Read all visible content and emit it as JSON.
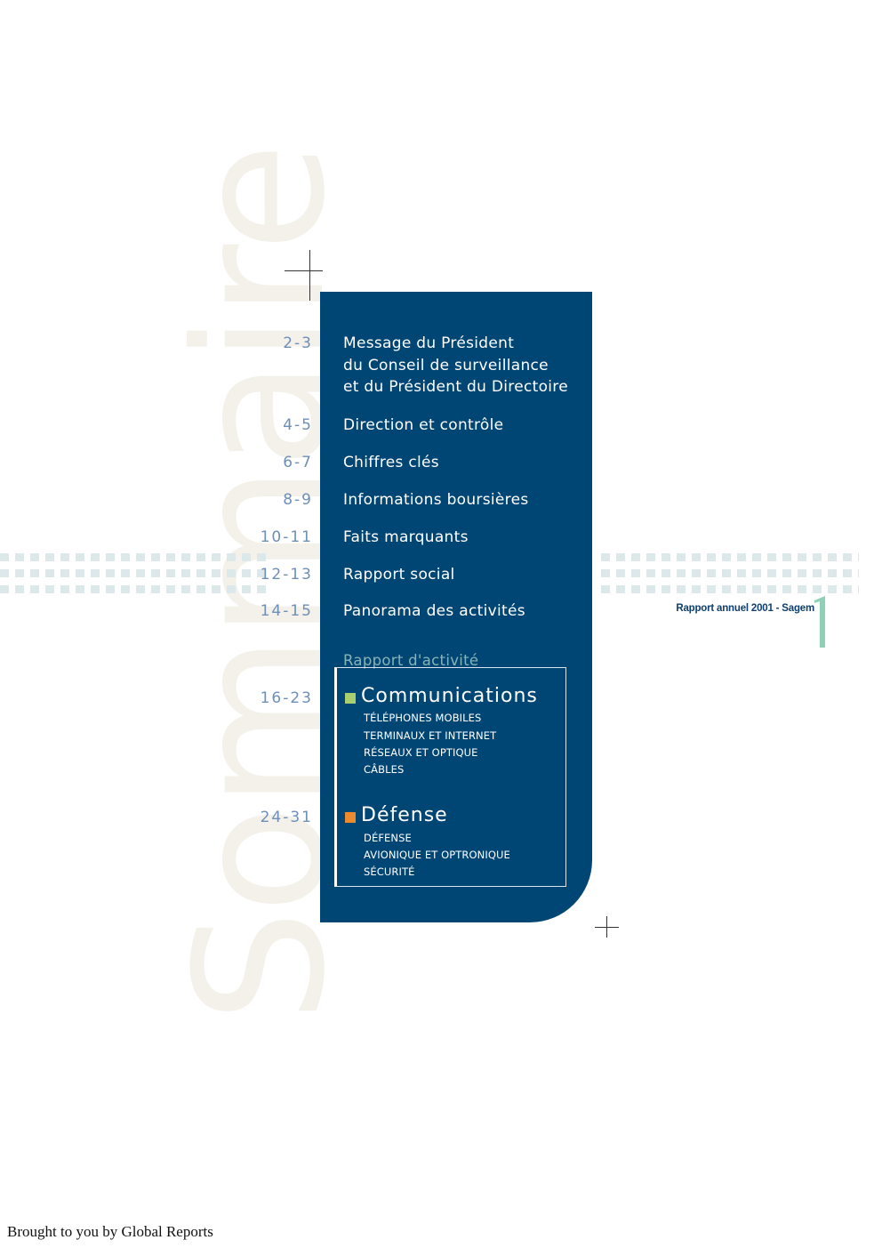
{
  "background_word": "Sommaire",
  "entries": [
    {
      "pages": "2-3",
      "title_lines": [
        "Message du Président",
        "du Conseil de surveillance",
        "et du Président du Directoire"
      ]
    },
    {
      "pages": "4-5",
      "title_lines": [
        "Direction et contrôle"
      ]
    },
    {
      "pages": "6-7",
      "title_lines": [
        "Chiffres clés"
      ]
    },
    {
      "pages": "8-9",
      "title_lines": [
        "Informations boursières"
      ]
    },
    {
      "pages": "10-11",
      "title_lines": [
        "Faits marquants"
      ]
    },
    {
      "pages": "12-13",
      "title_lines": [
        "Rapport social"
      ]
    },
    {
      "pages": "14-15",
      "title_lines": [
        "Panorama des activités"
      ]
    }
  ],
  "activity_section": {
    "label": "Rapport d'activité",
    "categories": [
      {
        "pages": "16-23",
        "title": "Communications",
        "color": "#a9cf6f",
        "items": [
          "TÉLÉPHONES MOBILES",
          "TERMINAUX ET INTERNET",
          "RÉSEAUX ET OPTIQUE",
          "CÂBLES"
        ]
      },
      {
        "pages": "24-31",
        "title": "Défense",
        "color": "#ec8a2f",
        "items": [
          "DÉFENSE",
          "AVIONIQUE ET OPTRONIQUE",
          "SÉCURITÉ"
        ]
      }
    ]
  },
  "running_head": {
    "text": "Rapport annuel 2001 - Sagem",
    "page_number": "1"
  },
  "footer": "Brought to you by Global Reports",
  "colors": {
    "panel": "#004675",
    "page_numbers": "#6e8fb8",
    "section_label": "#87b3b7",
    "accent_number": "#8fd0b9"
  }
}
